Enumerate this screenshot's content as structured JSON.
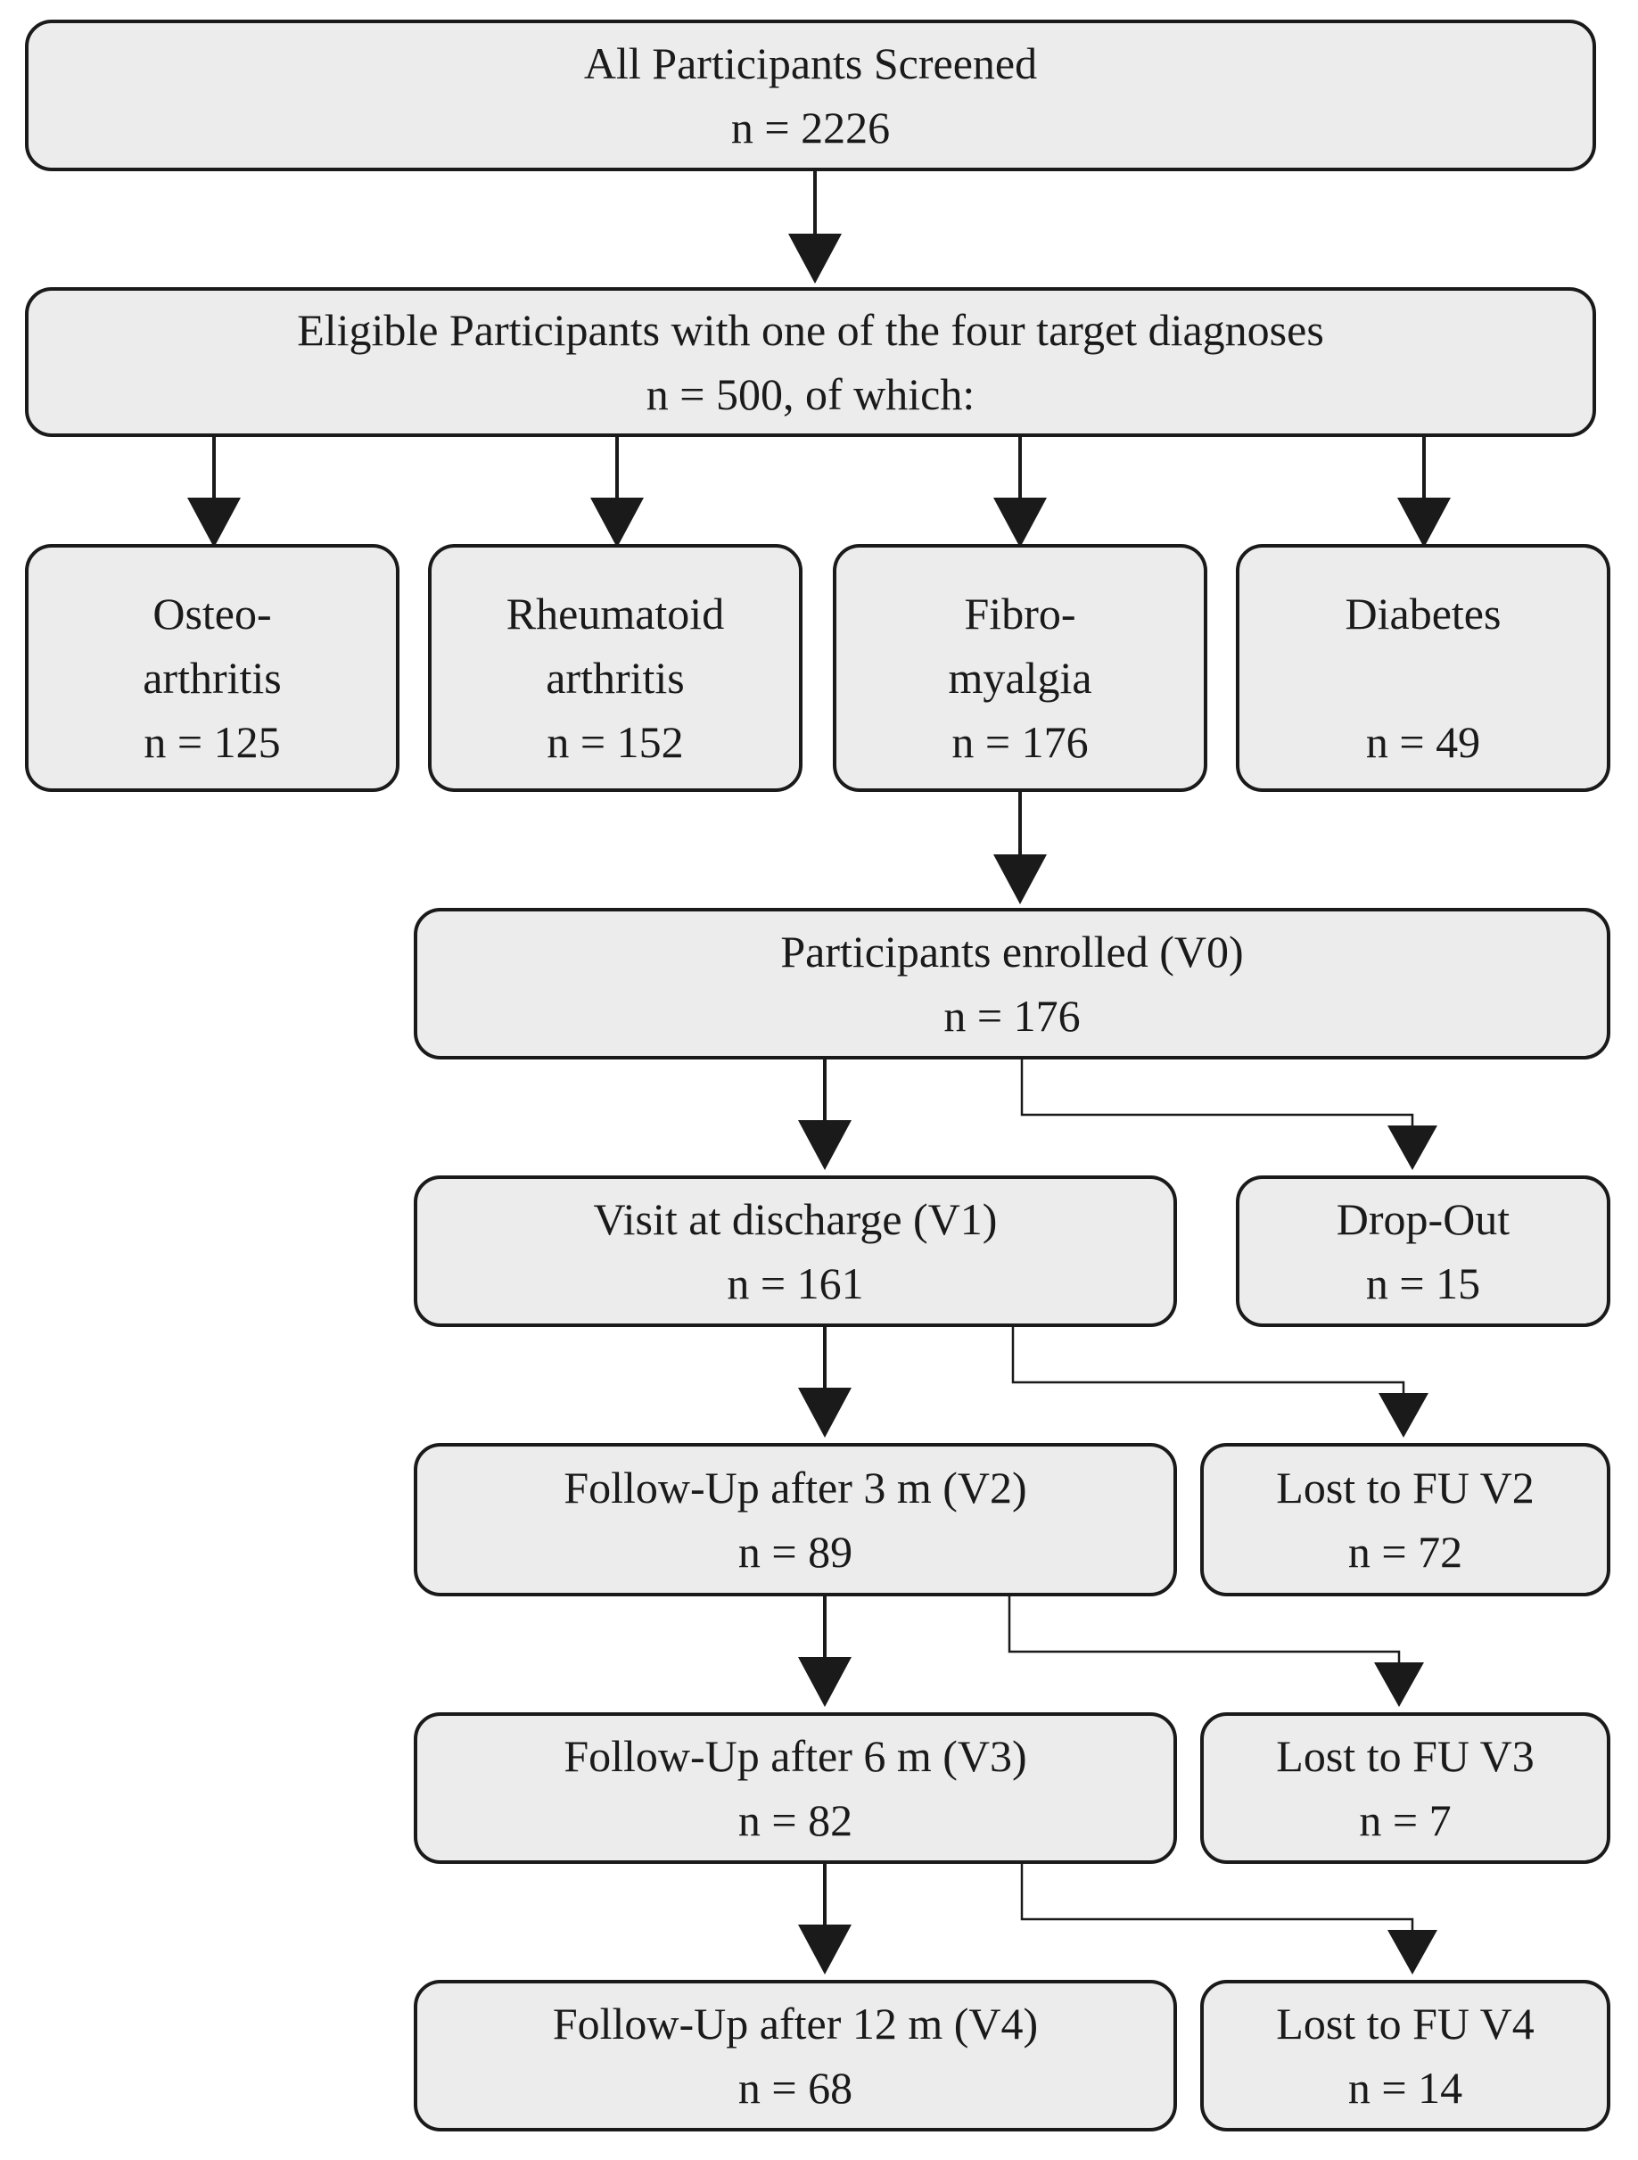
{
  "screened": {
    "title": "All Participants Screened",
    "n": "n = 2226"
  },
  "eligible": {
    "title": "Eligible Participants with one of the four target diagnoses",
    "n": "n = 500, of which:"
  },
  "diagnoses": [
    {
      "line1": "Osteo-",
      "line2": "arthritis",
      "n": "n = 125"
    },
    {
      "line1": "Rheumatoid",
      "line2": "arthritis",
      "n": "n = 152"
    },
    {
      "line1": "Fibro-",
      "line2": "myalgia",
      "n": "n = 176"
    },
    {
      "line1": "Diabetes",
      "line2": "",
      "n": "n = 49"
    }
  ],
  "visits": [
    {
      "title": "Participants enrolled (V0)",
      "n": "n = 176"
    },
    {
      "title": "Visit at discharge (V1)",
      "n": "n = 161"
    },
    {
      "title": "Follow-Up after 3 m (V2)",
      "n": "n = 89"
    },
    {
      "title": "Follow-Up after 6 m (V3)",
      "n": "n = 82"
    },
    {
      "title": "Follow-Up after 12 m (V4)",
      "n": "n = 68"
    }
  ],
  "losses": [
    {
      "title": "Drop-Out",
      "n": "n = 15"
    },
    {
      "title": "Lost to FU V2",
      "n": "n = 72"
    },
    {
      "title": "Lost to FU V3",
      "n": "n = 7"
    },
    {
      "title": "Lost to FU V4",
      "n": "n = 14"
    }
  ]
}
